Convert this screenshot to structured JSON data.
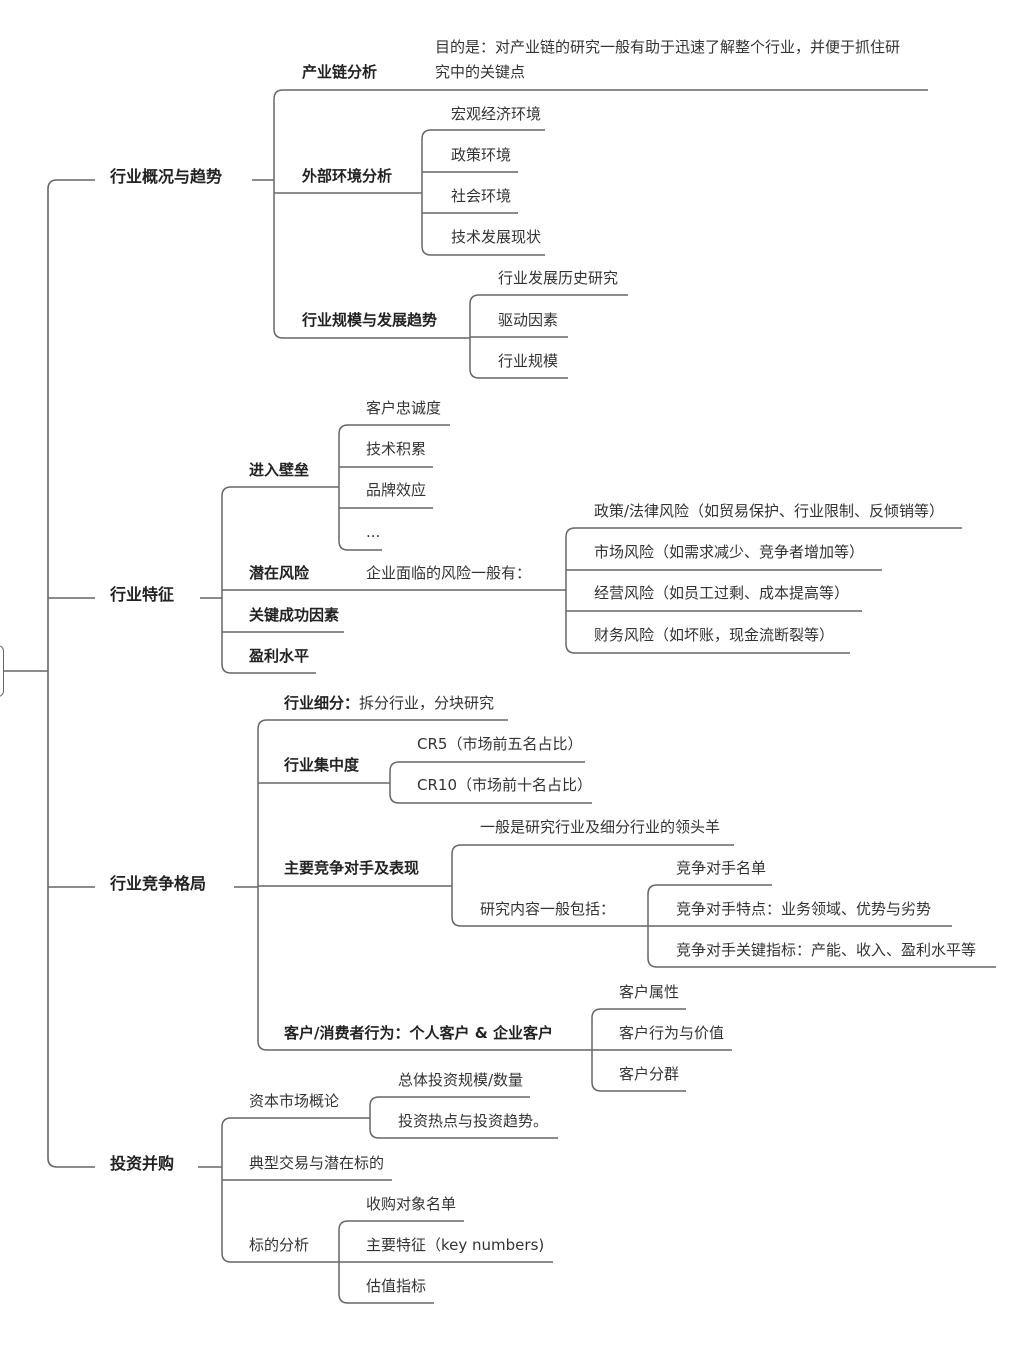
{
  "colors": {
    "line": "#666666",
    "text": "#333333",
    "bold_text": "#222222",
    "background": "#ffffff"
  },
  "branches": {
    "overview": {
      "label": "行业概况与趋势",
      "chain": {
        "label": "产业链分析",
        "purpose_line1": "目的是：对产业链的研究一般有助于迅速了解整个行业，并便于抓住研",
        "purpose_line2": "究中的关键点"
      },
      "external": {
        "label": "外部环境分析",
        "items": [
          "宏观经济环境",
          "政策环境",
          "社会环境",
          "技术发展现状"
        ]
      },
      "scale": {
        "label": "行业规模与发展趋势",
        "items": [
          "行业发展历史研究",
          "驱动因素",
          "行业规模"
        ]
      }
    },
    "features": {
      "label": "行业特征",
      "barriers": {
        "label": "进入壁垒",
        "items": [
          "客户忠诚度",
          "技术积累",
          "品牌效应",
          "..."
        ]
      },
      "risk": {
        "label": "潜在风险",
        "intro": "企业面临的风险一般有：",
        "items": [
          "政策/法律风险（如贸易保护、行业限制、反倾销等）",
          "市场风险（如需求减少、竞争者增加等）",
          "经营风险（如员工过剩、成本提高等）",
          "财务风险（如坏账，现金流断裂等）"
        ]
      },
      "ksf": {
        "label": "关键成功因素"
      },
      "profit": {
        "label": "盈利水平"
      }
    },
    "competition": {
      "label": "行业竞争格局",
      "segmentation": {
        "label": "行业细分：",
        "desc": "拆分行业，分块研究"
      },
      "concentration": {
        "label": "行业集中度",
        "items": [
          "CR5（市场前五名占比）",
          "CR10（市场前十名占比）"
        ]
      },
      "competitors": {
        "label": "主要竞争对手及表现",
        "note": "一般是研究行业及细分行业的领头羊",
        "content_label": "研究内容一般包括：",
        "items": [
          "竞争对手名单",
          "竞争对手特点：业务领域、优势与劣势",
          "竞争对手关键指标：产能、收入、盈利水平等"
        ]
      },
      "customers": {
        "label": "客户/消费者行为：个人客户 & 企业客户",
        "items": [
          "客户属性",
          "客户行为与价值",
          "客户分群"
        ]
      }
    },
    "investment": {
      "label": "投资并购",
      "capital": {
        "label": "资本市场概论",
        "items": [
          "总体投资规模/数量",
          "投资热点与投资趋势。"
        ]
      },
      "deals": {
        "label": "典型交易与潜在标的"
      },
      "target": {
        "label": "标的分析",
        "items": [
          "收购对象名单",
          "主要特征（key numbers)",
          "估值指标"
        ]
      }
    }
  }
}
